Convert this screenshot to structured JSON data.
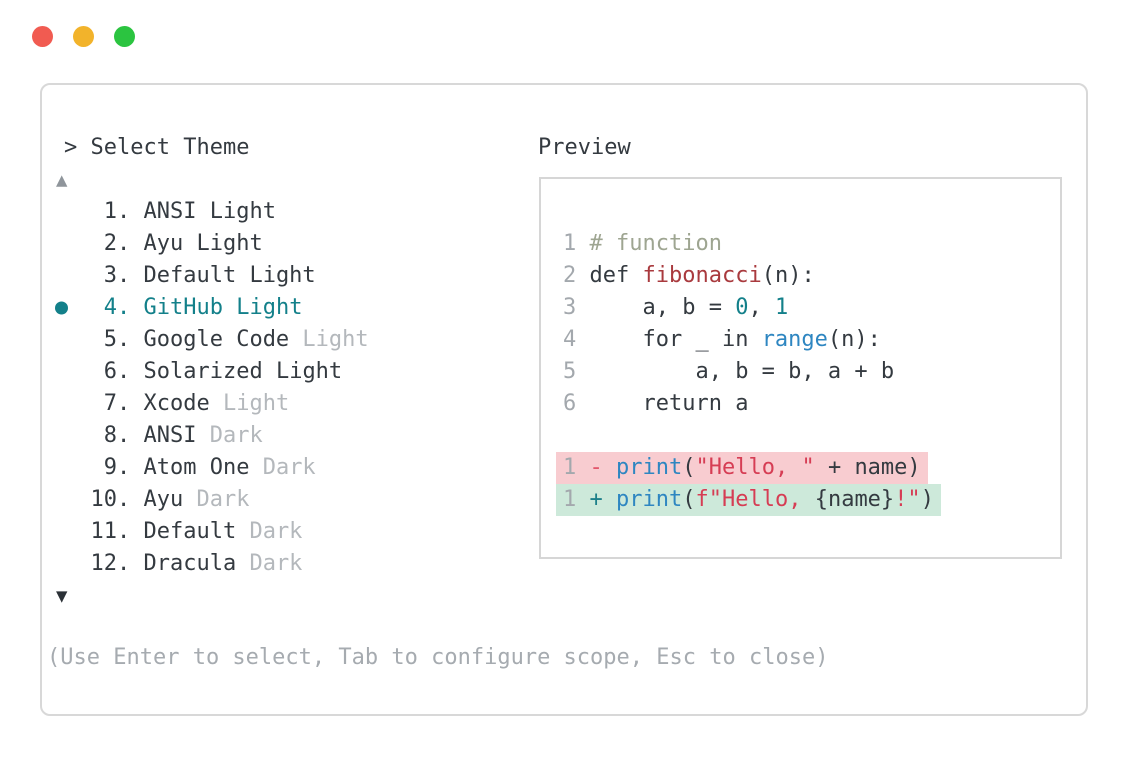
{
  "window_chrome": {
    "buttons": [
      "close",
      "minimize",
      "zoom"
    ]
  },
  "prompt": {
    "chevron": ">",
    "title": "Select Theme"
  },
  "theme_list": {
    "scroll_up_icon": "▲",
    "scroll_down_icon": "▼",
    "items": [
      {
        "number": 1,
        "name": "ANSI",
        "suffix": "Light",
        "suffix_muted": false,
        "selected": false
      },
      {
        "number": 2,
        "name": "Ayu",
        "suffix": "Light",
        "suffix_muted": false,
        "selected": false
      },
      {
        "number": 3,
        "name": "Default",
        "suffix": "Light",
        "suffix_muted": false,
        "selected": false
      },
      {
        "number": 4,
        "name": "GitHub",
        "suffix": "Light",
        "suffix_muted": false,
        "selected": true
      },
      {
        "number": 5,
        "name": "Google Code",
        "suffix": "Light",
        "suffix_muted": true,
        "selected": false
      },
      {
        "number": 6,
        "name": "Solarized",
        "suffix": "Light",
        "suffix_muted": false,
        "selected": false
      },
      {
        "number": 7,
        "name": "Xcode",
        "suffix": "Light",
        "suffix_muted": true,
        "selected": false
      },
      {
        "number": 8,
        "name": "ANSI",
        "suffix": "Dark",
        "suffix_muted": true,
        "selected": false
      },
      {
        "number": 9,
        "name": "Atom One",
        "suffix": "Dark",
        "suffix_muted": true,
        "selected": false
      },
      {
        "number": 10,
        "name": "Ayu",
        "suffix": "Dark",
        "suffix_muted": true,
        "selected": false
      },
      {
        "number": 11,
        "name": "Default",
        "suffix": "Dark",
        "suffix_muted": true,
        "selected": false
      },
      {
        "number": 12,
        "name": "Dracula",
        "suffix": "Dark",
        "suffix_muted": true,
        "selected": false
      }
    ]
  },
  "preview": {
    "label": "Preview",
    "code_lines": [
      {
        "number": "1",
        "tokens": [
          {
            "text": "# function",
            "color": "comment"
          }
        ]
      },
      {
        "number": "2",
        "tokens": [
          {
            "text": "def ",
            "color": "fg"
          },
          {
            "text": "fibonacci",
            "color": "red"
          },
          {
            "text": "(n):",
            "color": "fg"
          }
        ]
      },
      {
        "number": "3",
        "tokens": [
          {
            "text": "    a, b = ",
            "color": "fg"
          },
          {
            "text": "0",
            "color": "teal"
          },
          {
            "text": ", ",
            "color": "fg"
          },
          {
            "text": "1",
            "color": "teal"
          }
        ]
      },
      {
        "number": "4",
        "tokens": [
          {
            "text": "    for _ in ",
            "color": "fg"
          },
          {
            "text": "range",
            "color": "blue"
          },
          {
            "text": "(n):",
            "color": "fg"
          }
        ]
      },
      {
        "number": "5",
        "tokens": [
          {
            "text": "        a, b = b, a + b",
            "color": "fg"
          }
        ]
      },
      {
        "number": "6",
        "tokens": [
          {
            "text": "    return a",
            "color": "fg"
          }
        ]
      },
      {
        "blank": true
      },
      {
        "number": "1",
        "diff": "removed",
        "tokens": [
          {
            "text": "- ",
            "color": "minus"
          },
          {
            "text": "print",
            "color": "blue"
          },
          {
            "text": "(",
            "color": "fg"
          },
          {
            "text": "\"Hello, \"",
            "color": "string"
          },
          {
            "text": " + name)",
            "color": "fg"
          }
        ]
      },
      {
        "number": "1",
        "diff": "added",
        "tokens": [
          {
            "text": "+ ",
            "color": "plus"
          },
          {
            "text": "print",
            "color": "blue"
          },
          {
            "text": "(",
            "color": "fg"
          },
          {
            "text": "f\"Hello, ",
            "color": "string"
          },
          {
            "text": "{name}",
            "color": "fg"
          },
          {
            "text": "!\"",
            "color": "string"
          },
          {
            "text": ")",
            "color": "fg"
          }
        ]
      }
    ]
  },
  "footer": {
    "hint": "(Use Enter to select, Tab to configure scope, Esc to close)"
  },
  "colors": {
    "fg": "#343a40",
    "muted": "#b4b8bc",
    "hint": "#a6abb0",
    "ln": "#a3a8ad",
    "teal": "#13808a",
    "comment": "#9ea591",
    "red": "#a93a3e",
    "blue": "#2e86c1",
    "string": "#d63d54",
    "minus": "#e2566b",
    "plus": "#1d808a",
    "removed_bg": "#f8ccd0",
    "added_bg": "#cde9da",
    "border": "#d8d8d8",
    "preview_border": "#d6d6d6",
    "up_arrow": "#8f959b",
    "down_arrow": "#2b3137",
    "t_red": "#f15b51",
    "t_yellow": "#f2b32b",
    "t_green": "#2bc440"
  }
}
